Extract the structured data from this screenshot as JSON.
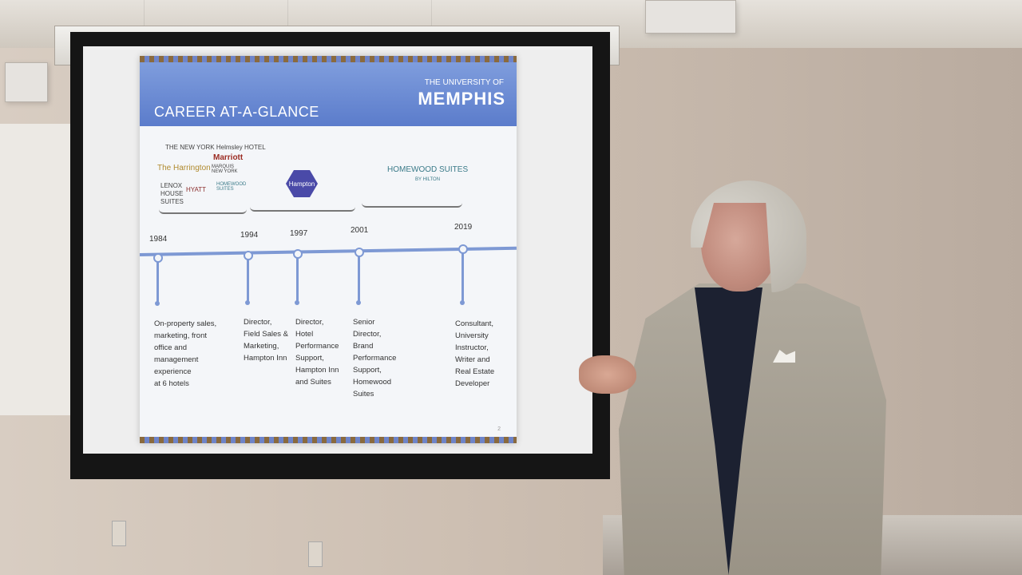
{
  "slide": {
    "title": "CAREER AT-A-GLANCE",
    "university_small": "THE UNIVERSITY OF",
    "university_big": "MEMPHIS",
    "logos": {
      "helmsley": "THE NEW YORK Helmsley HOTEL",
      "harrington": "The Harrington",
      "marriott": "Marriott",
      "marriott_sub": "MARQUIS NEW YORK",
      "lenox": "LENOX HOUSE SUITES",
      "hyatt": "HYATT",
      "homewood_small": "HOMEWOOD SUITES",
      "hampton": "Hampton",
      "homewood_big": "HOMEWOOD SUITES",
      "homewood_sub": "BY HILTON"
    },
    "years": [
      "1984",
      "1994",
      "1997",
      "2001",
      "2019"
    ],
    "descriptions": [
      "On-property sales,\nmarketing, front\noffice and\nmanagement\nexperience\nat 6 hotels",
      "Director,\nField Sales &\nMarketing,\nHampton Inn",
      "Director,\nHotel\nPerformance\nSupport,\nHampton Inn\nand Suites",
      "Senior\nDirector,\nBrand\nPerformance\nSupport,\nHomewood\nSuites",
      "Consultant,\nUniversity\nInstructor,\nWriter and\nReal Estate\nDeveloper"
    ],
    "page_number": "2"
  },
  "colors": {
    "header_blue": "#5b7ccb",
    "timeline_blue": "#7e99d4",
    "wall": "#cdbfb2",
    "jacket": "#a59f92"
  }
}
